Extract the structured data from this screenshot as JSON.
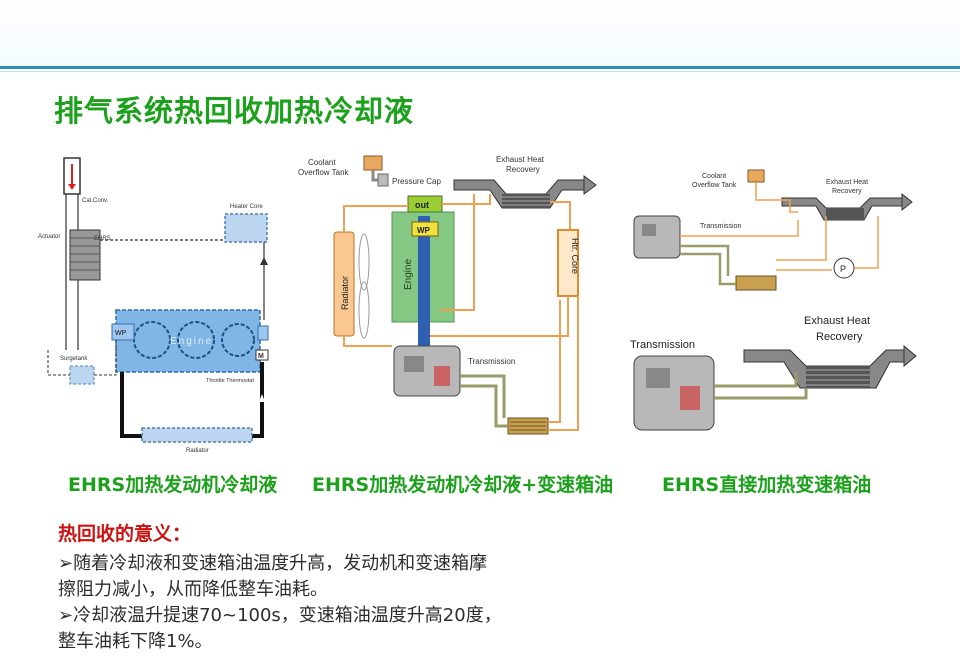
{
  "page": {
    "title": "排气系统热回收加热冷却液"
  },
  "diagram1": {
    "caption": "EHRS加热发动机冷却液",
    "labels": {
      "cat_conv": "Cat.Conv.",
      "actuator": "Actuator",
      "ehrs": "EHRS",
      "heater_core": "Heater Core",
      "wp": "WP",
      "engine": "Engine",
      "surgetank": "Surgetank",
      "throttle_thermostat": "Throttle Thermostat",
      "radiator": "Radiator"
    }
  },
  "diagram2": {
    "caption": "EHRS加热发动机冷却液+变速箱油",
    "labels": {
      "coolant_overflow_tank": [
        "Coolant",
        "Overflow Tank"
      ],
      "pressure_cap": "Pressure Cap",
      "exhaust_heat_recovery": [
        "Exhaust Heat",
        "Recovery"
      ],
      "out": "out",
      "wp": "WP",
      "radiator": "Radiator",
      "engine": "Engine",
      "htr_core": "Htr. Core",
      "transmission": "Transmission"
    }
  },
  "diagram3": {
    "caption": "EHRS直接加热变速箱油",
    "labels": {
      "coolant_overflow_tank": [
        "Coolant",
        "Overflow Tank"
      ],
      "exhaust_heat_recovery_small": [
        "Exhaust Heat",
        "Recovery"
      ],
      "transmission_small": "Transmission",
      "pump": "P",
      "transmission_large": "Transmission",
      "exhaust_heat_recovery_large": [
        "Exhaust Heat",
        "Recovery"
      ]
    }
  },
  "notes": {
    "heading": "热回收的意义：",
    "lines": [
      "➢随着冷却液和变速箱油温度升高，发动机和变速箱摩",
      "擦阻力减小，从而降低整车油耗。",
      "➢冷却液温升提速70~100s，变速箱油温度升高20度，",
      "整车油耗下降1%。"
    ]
  },
  "colors": {
    "title_green": "#1da11d",
    "heading_red": "#cc1111",
    "coolant_orange": "#f0a050",
    "oil_olive": "#9a9a6a",
    "engine_blue": "#7fb6e6",
    "engine_green": "#6fbf6f"
  }
}
